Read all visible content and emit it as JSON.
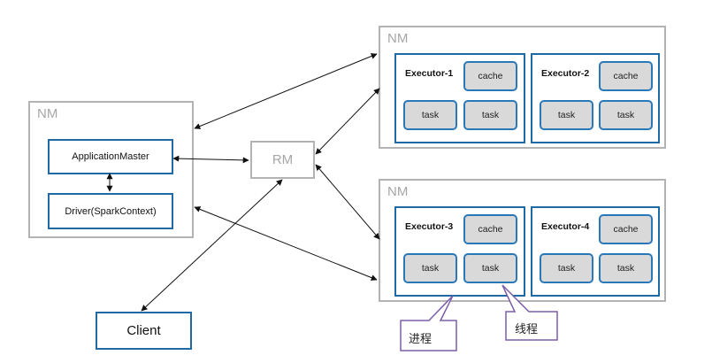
{
  "nodes": {
    "nm_label": "NM",
    "rm_label": "RM",
    "application_master": "ApplicationMaster",
    "driver": "Driver(SparkContext)",
    "client": "Client",
    "executors": [
      {
        "title": "Executor-1",
        "cache": "cache",
        "tasks": [
          "task",
          "task"
        ]
      },
      {
        "title": "Executor-2",
        "cache": "cache",
        "tasks": [
          "task",
          "task"
        ]
      },
      {
        "title": "Executor-3",
        "cache": "cache",
        "tasks": [
          "task",
          "task"
        ]
      },
      {
        "title": "Executor-4",
        "cache": "cache",
        "tasks": [
          "task",
          "task"
        ]
      }
    ]
  },
  "callouts": {
    "process": "进程",
    "thread": "线程"
  },
  "colors": {
    "nm_border": "#b3b3b3",
    "blue_border": "#1f6aa5",
    "task_fill": "#d9d9d9",
    "callout_border": "#7b5ea7"
  }
}
